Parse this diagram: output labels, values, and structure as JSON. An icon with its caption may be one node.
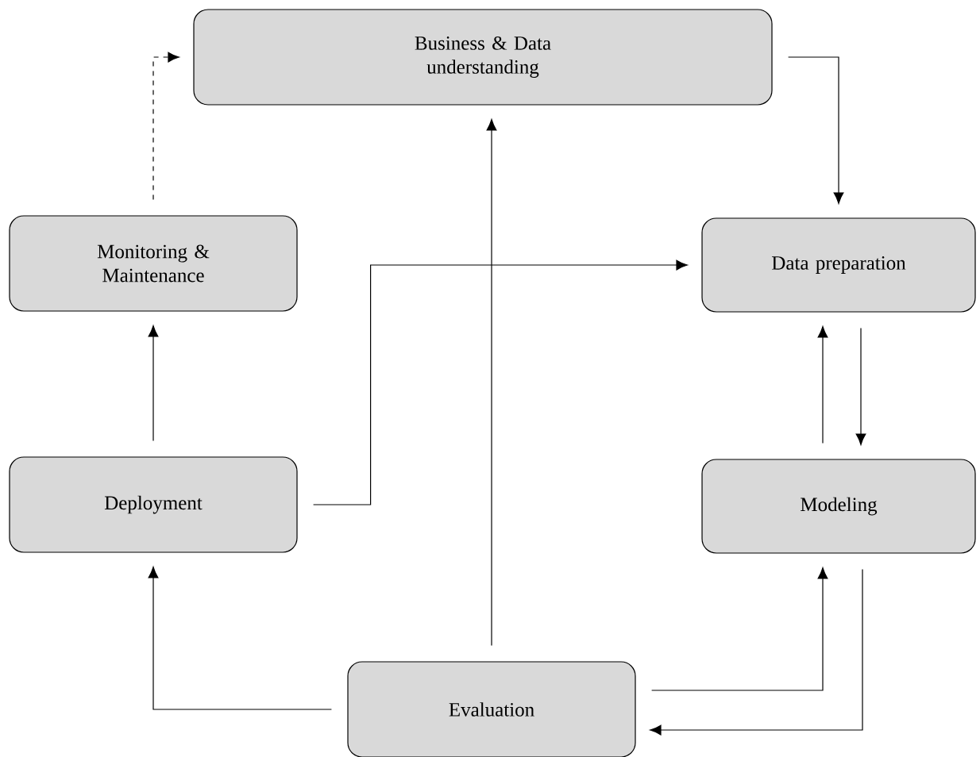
{
  "diagram": {
    "nodes": [
      {
        "text": [
          "Business & Data understanding"
        ]
      },
      {
        "text": [
          "Data preparation"
        ]
      },
      {
        "text": [
          "Modeling"
        ]
      },
      {
        "text": [
          "Evaluation"
        ]
      },
      {
        "text": [
          "Deployment"
        ]
      },
      {
        "text": [
          "Monitoring & Maintenance"
        ]
      }
    ],
    "edges": [
      {
        "from": 0,
        "to": 1,
        "arrow": "to"
      },
      {
        "from": 1,
        "to": 2,
        "arrow": "to"
      },
      {
        "from": 2,
        "to": 1,
        "arrow": "to"
      },
      {
        "from": 2,
        "to": 3,
        "arrow": "to"
      },
      {
        "from": 3,
        "to": 2,
        "arrow": "to"
      },
      {
        "from": 3,
        "to": 0,
        "arrow": "to"
      },
      {
        "from": 3,
        "to": 4,
        "arrow": "to"
      },
      {
        "from": 4,
        "to": 5,
        "arrow": "to"
      },
      {
        "from": 4,
        "to": 1,
        "arrow": "to"
      },
      {
        "from": 5,
        "to": 0,
        "arrow": "to",
        "style": "dashed"
      }
    ]
  }
}
